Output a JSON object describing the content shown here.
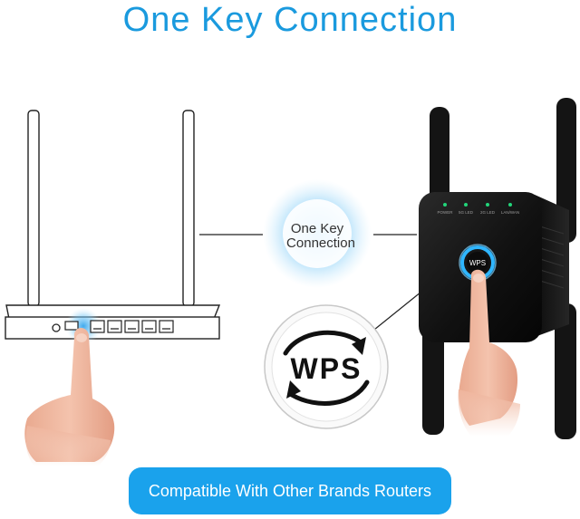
{
  "headline": "One Key Connection",
  "center_badge": {
    "line1": "One Key",
    "line2": "Connection"
  },
  "wps_callout": "WPS",
  "extender": {
    "led_labels": [
      "POWER",
      "5G LED",
      "2G LED",
      "LAN/WAN"
    ],
    "button_label": "WPS"
  },
  "banner": "Compatible With Other Brands Routers",
  "colors": {
    "accent": "#1a9ade",
    "banner": "#1aa2ec",
    "led": "#22d67a",
    "device": "#111111"
  }
}
